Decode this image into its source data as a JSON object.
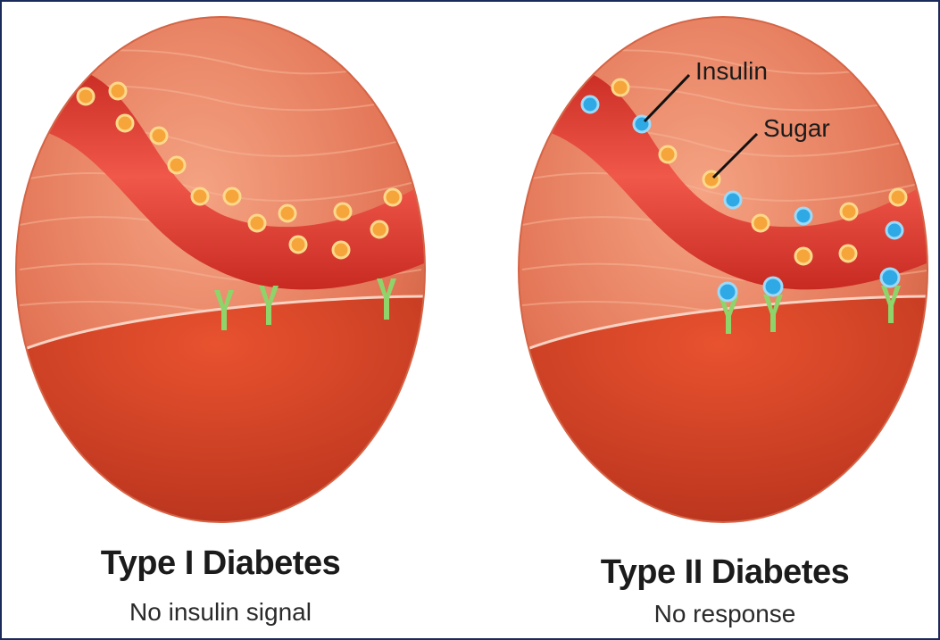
{
  "panels": [
    {
      "title": "Type I Diabetes",
      "subtitle": "No insulin signal"
    },
    {
      "title": "Type II Diabetes",
      "subtitle": "No response"
    }
  ],
  "labels": {
    "insulin": "Insulin",
    "sugar": "Sugar"
  },
  "colors": {
    "tissue": "#e8795a",
    "vessel": "#d93a2c",
    "cell": "#d7482c",
    "sugar": "#f6a53a",
    "insulin": "#2fa9e6",
    "receptor": "#8ed46a"
  }
}
